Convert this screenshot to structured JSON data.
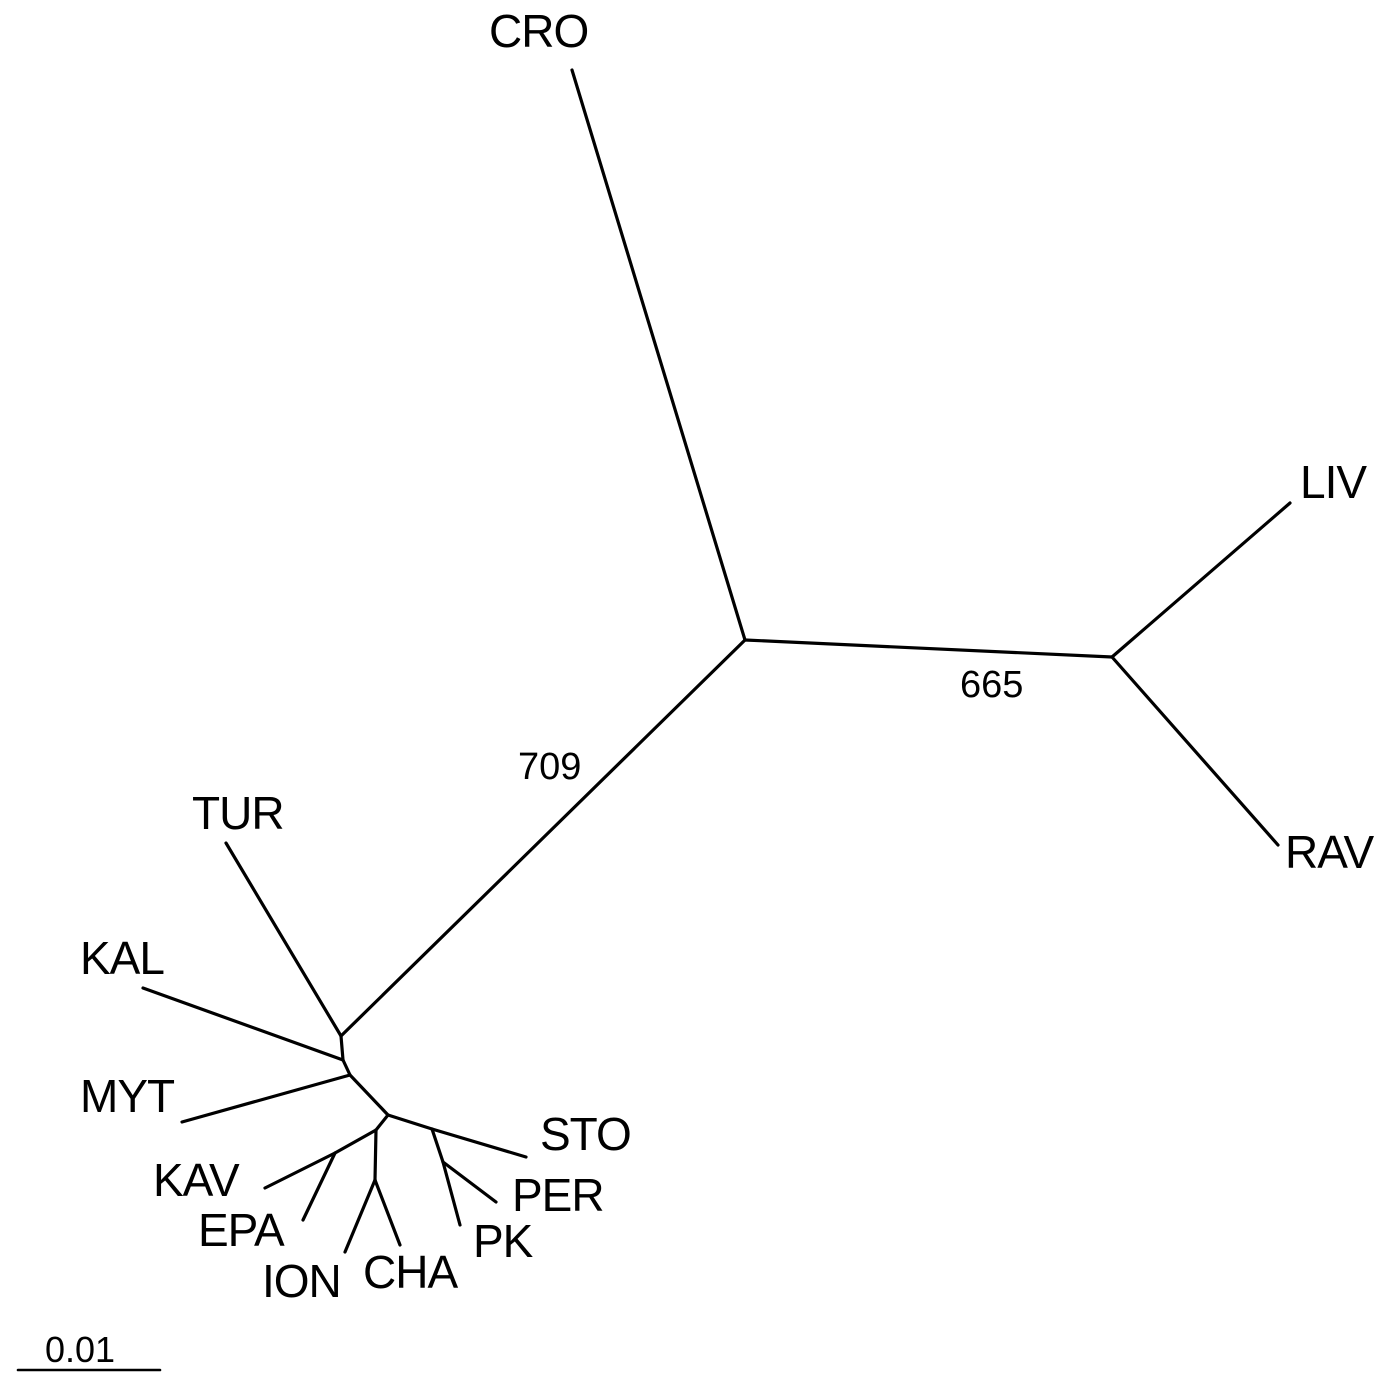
{
  "tree": {
    "taxa": {
      "cro": "CRO",
      "liv": "LIV",
      "rav": "RAV",
      "tur": "TUR",
      "kal": "KAL",
      "myt": "MYT",
      "kav": "KAV",
      "epa": "EPA",
      "ion": "ION",
      "cha": "CHA",
      "pk": "PK",
      "per": "PER",
      "sto": "STO"
    },
    "support": {
      "central_to_southwest": "709",
      "central_to_east": "665"
    }
  },
  "scale_bar": {
    "label": "0.01"
  }
}
